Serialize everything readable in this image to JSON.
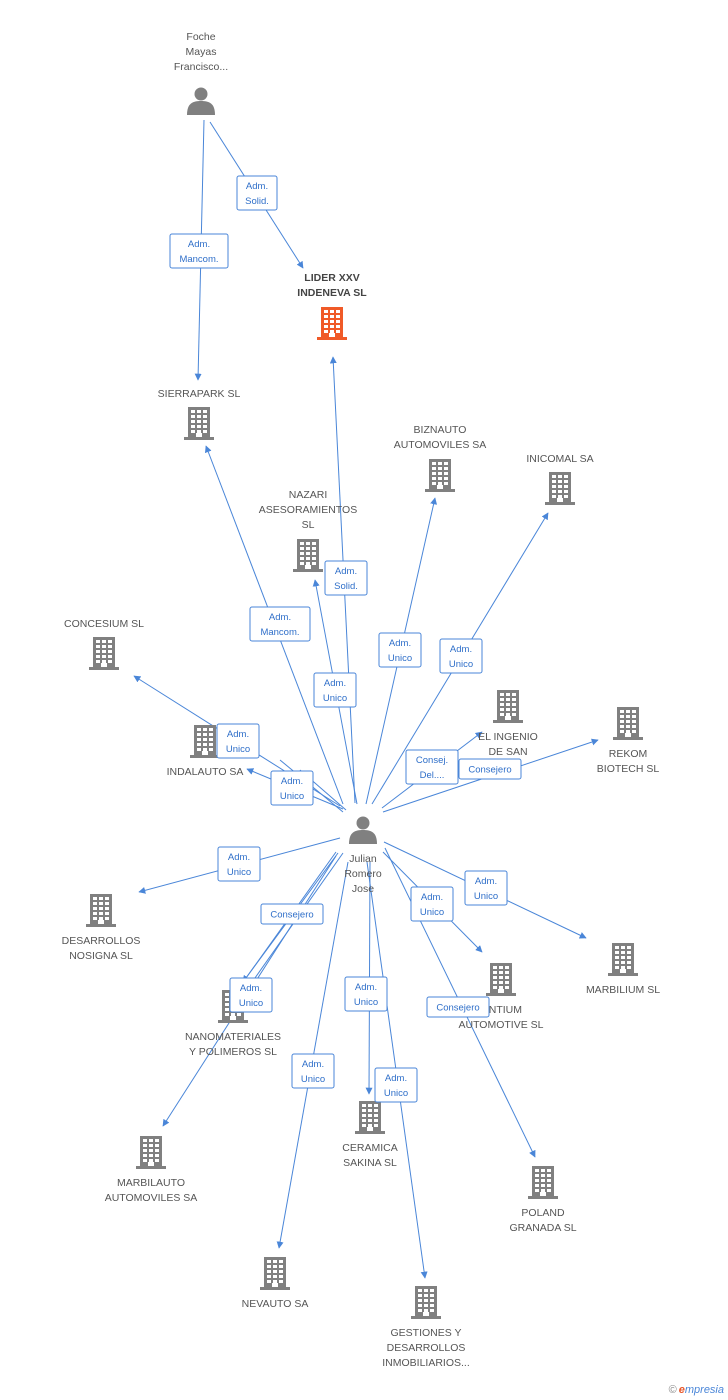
{
  "colors": {
    "edge": "#4a86d8",
    "node": "#808080",
    "focus": "#f05a28"
  },
  "nodes": [
    {
      "id": "foche",
      "type": "person",
      "label": [
        "Foche",
        "Mayas",
        "Francisco..."
      ]
    },
    {
      "id": "julian",
      "type": "person",
      "label": [
        "Julian",
        "Romero",
        "Jose"
      ]
    },
    {
      "id": "lider",
      "type": "company",
      "focus": true,
      "label": [
        "LIDER XXV",
        "INDENEVA SL"
      ]
    },
    {
      "id": "sierrapark",
      "type": "company",
      "label": [
        "SIERRAPARK SL"
      ]
    },
    {
      "id": "biznauto",
      "type": "company",
      "label": [
        "BIZNAUTO",
        "AUTOMOVILES SA"
      ]
    },
    {
      "id": "inicomal",
      "type": "company",
      "label": [
        "INICOMAL SA"
      ]
    },
    {
      "id": "nazari",
      "type": "company",
      "label": [
        "NAZARI",
        "ASESORAMIENTOS",
        "SL"
      ]
    },
    {
      "id": "concesium",
      "type": "company",
      "label": [
        "CONCESIUM SL"
      ]
    },
    {
      "id": "indalauto",
      "type": "company",
      "label": [
        "INDALAUTO SA"
      ]
    },
    {
      "id": "elingenio",
      "type": "company",
      "label": [
        "EL INGENIO",
        "DE SAN",
        "...L"
      ]
    },
    {
      "id": "rekom",
      "type": "company",
      "label": [
        "REKOM",
        "BIOTECH SL"
      ]
    },
    {
      "id": "desarrollos",
      "type": "company",
      "label": [
        "DESARROLLOS",
        "NOSIGNA SL"
      ]
    },
    {
      "id": "marbilium",
      "type": "company",
      "label": [
        "MARBILIUM SL"
      ]
    },
    {
      "id": "nanomateriales",
      "type": "company",
      "label": [
        "NANOMATERIALES",
        "Y POLIMEROS SL"
      ]
    },
    {
      "id": "ntium",
      "type": "company",
      "label": [
        "...NTIUM",
        "AUTOMOTIVE SL"
      ]
    },
    {
      "id": "marbilauto",
      "type": "company",
      "label": [
        "MARBILAUTO",
        "AUTOMOVILES SA"
      ]
    },
    {
      "id": "ceramica",
      "type": "company",
      "label": [
        "CERAMICA",
        "SAKINA SL"
      ]
    },
    {
      "id": "poland",
      "type": "company",
      "label": [
        "POLAND",
        "GRANADA  SL"
      ]
    },
    {
      "id": "nevauto",
      "type": "company",
      "label": [
        "NEVAUTO SA"
      ]
    },
    {
      "id": "gestiones",
      "type": "company",
      "label": [
        "GESTIONES Y",
        "DESARROLLOS",
        "INMOBILIARIOS..."
      ]
    }
  ],
  "edges": [
    {
      "from": "foche",
      "to": "lider",
      "label": [
        "Adm.",
        "Solid."
      ]
    },
    {
      "from": "foche",
      "to": "sierrapark",
      "label": [
        "Adm.",
        "Mancom."
      ]
    },
    {
      "from": "julian",
      "to": "lider",
      "label": [
        "Adm.",
        "Solid."
      ]
    },
    {
      "from": "julian",
      "to": "sierrapark",
      "label": [
        "Adm.",
        "Mancom."
      ]
    },
    {
      "from": "julian",
      "to": "nazari",
      "label": [
        "Adm.",
        "Unico"
      ]
    },
    {
      "from": "julian",
      "to": "biznauto",
      "label": [
        "Adm.",
        "Unico"
      ]
    },
    {
      "from": "julian",
      "to": "inicomal",
      "label": [
        "Adm.",
        "Unico"
      ]
    },
    {
      "from": "julian",
      "to": "concesium",
      "label": [
        "Adm.",
        "Unico"
      ]
    },
    {
      "from": "julian",
      "to": "indalauto",
      "label": [
        "Adm.",
        "Unico"
      ]
    },
    {
      "from": "julian",
      "to": "elingenio",
      "label": [
        "Consej.",
        "Del...."
      ]
    },
    {
      "from": "julian",
      "to": "rekom",
      "label": [
        "Consejero"
      ]
    },
    {
      "from": "julian",
      "to": "desarrollos",
      "label": [
        "Adm.",
        "Unico"
      ]
    },
    {
      "from": "julian",
      "to": "marbilium",
      "label": [
        "Adm.",
        "Unico"
      ]
    },
    {
      "from": "julian",
      "to": "ntium",
      "label": [
        "Adm.",
        "Unico"
      ]
    },
    {
      "from": "julian",
      "to": "nanomateriales",
      "label": [
        "Consejero"
      ]
    },
    {
      "from": "julian",
      "to": "nanomateriales",
      "label": [
        "Adm.",
        "Unico"
      ]
    },
    {
      "from": "julian",
      "to": "marbilauto",
      "label": []
    },
    {
      "from": "julian",
      "to": "ceramica",
      "label": [
        "Adm.",
        "Unico"
      ]
    },
    {
      "from": "julian",
      "to": "poland",
      "label": [
        "Consejero"
      ]
    },
    {
      "from": "julian",
      "to": "nevauto",
      "label": [
        "Adm.",
        "Unico"
      ]
    },
    {
      "from": "julian",
      "to": "gestiones",
      "label": [
        "Adm.",
        "Unico"
      ]
    }
  ],
  "footer": {
    "copyright": "©",
    "brand_e": "e",
    "brand_rest": "mpresia"
  }
}
